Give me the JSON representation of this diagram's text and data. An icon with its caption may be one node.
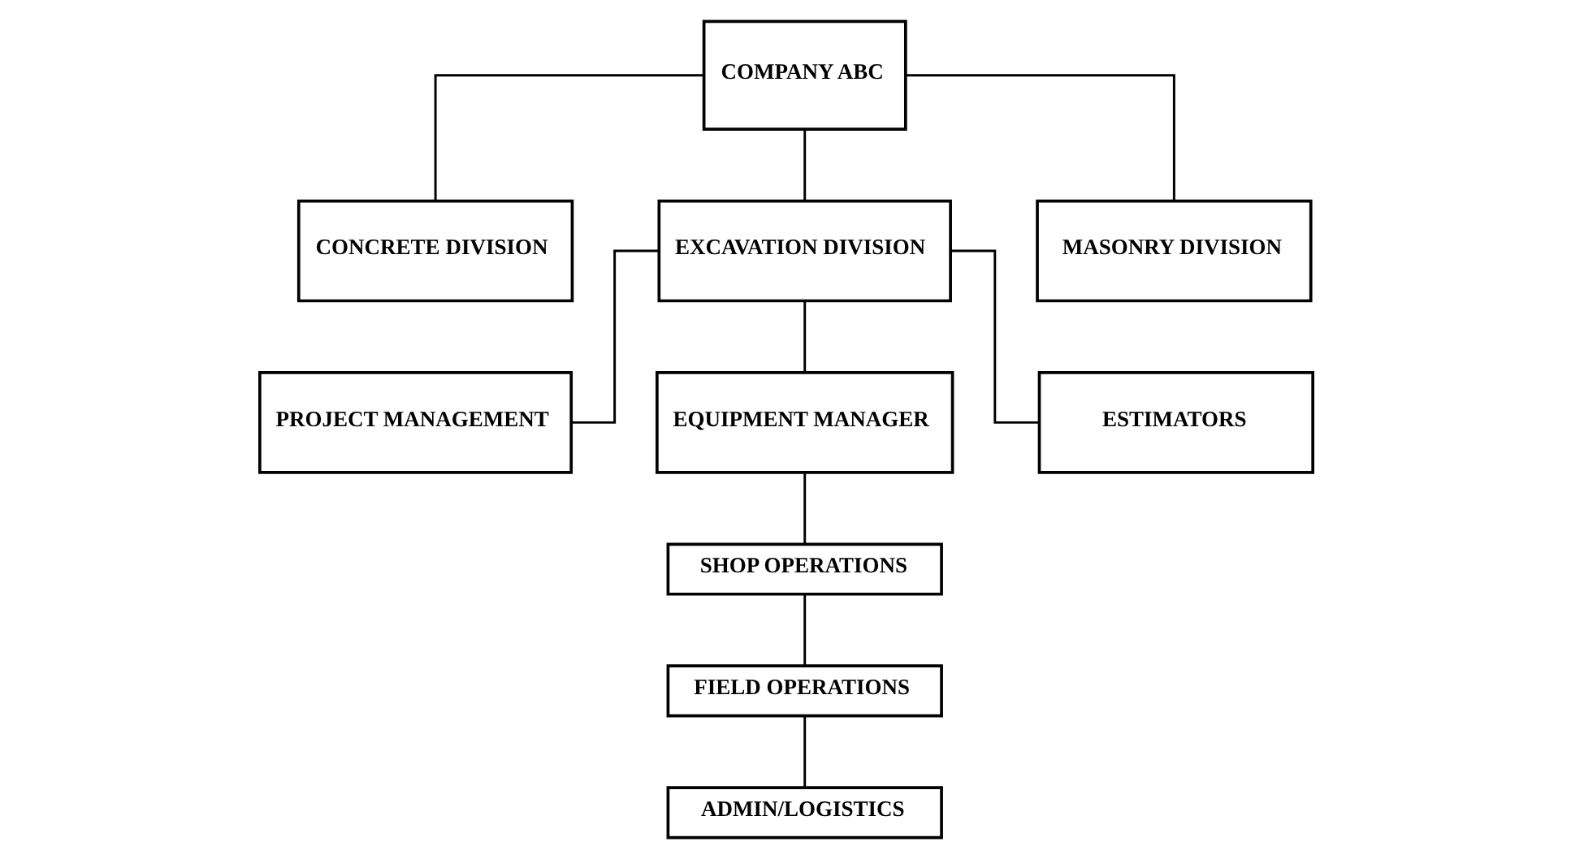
{
  "diagram": {
    "nodes": [
      {
        "text": [
          "COMPANY ABC"
        ]
      },
      {
        "text": [
          "CONCRETE DIVISION"
        ]
      },
      {
        "text": [
          "EXCAVATION DIVISION"
        ]
      },
      {
        "text": [
          "MASONRY DIVISION"
        ]
      },
      {
        "text": [
          "PROJECT MANAGEMENT"
        ]
      },
      {
        "text": [
          "EQUIPMENT MANAGER"
        ]
      },
      {
        "text": [
          "ESTIMATORS"
        ]
      },
      {
        "text": [
          "SHOP OPERATIONS"
        ]
      },
      {
        "text": [
          "FIELD OPERATIONS"
        ]
      },
      {
        "text": [
          "ADMIN/LOGISTICS"
        ]
      }
    ],
    "edges": [
      {
        "from": 0,
        "to": 1,
        "arrow": "none"
      },
      {
        "from": 0,
        "to": 2,
        "arrow": "none"
      },
      {
        "from": 0,
        "to": 3,
        "arrow": "none"
      },
      {
        "from": 2,
        "to": 4,
        "arrow": "none"
      },
      {
        "from": 2,
        "to": 5,
        "arrow": "none"
      },
      {
        "from": 2,
        "to": 6,
        "arrow": "none"
      },
      {
        "from": 5,
        "to": 7,
        "arrow": "none"
      },
      {
        "from": 7,
        "to": 8,
        "arrow": "none"
      },
      {
        "from": 8,
        "to": 9,
        "arrow": "none"
      }
    ]
  }
}
